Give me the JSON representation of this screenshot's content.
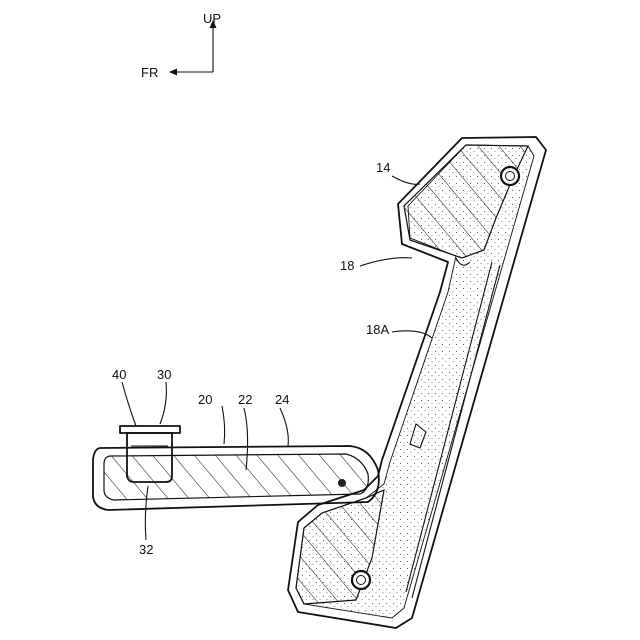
{
  "axes": {
    "up": "UP",
    "front": "FR"
  },
  "labels": {
    "seatback_pad": "14",
    "step_portion": "18",
    "step_edge": "18A",
    "armrest": "20",
    "armrest_core": "22",
    "armrest_skin": "24",
    "cup_holder": "30",
    "cup_recess": "32",
    "cup_insert": "40"
  }
}
